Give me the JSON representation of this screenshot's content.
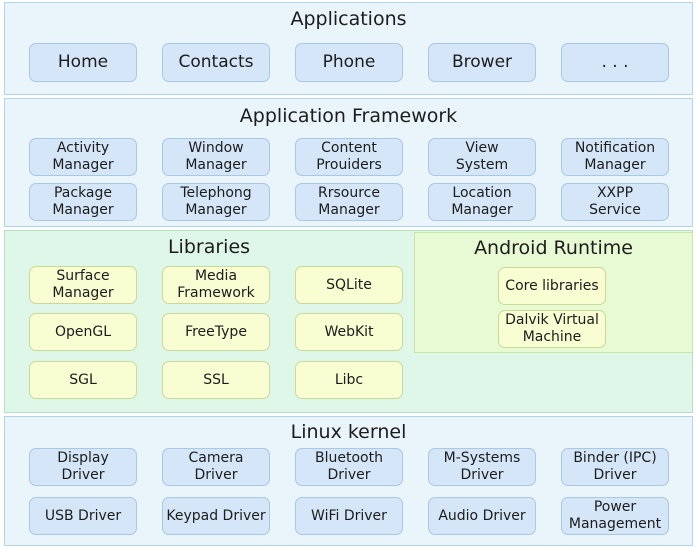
{
  "applications": {
    "title": "Applications",
    "items": [
      "Home",
      "Contacts",
      "Phone",
      "Brower",
      ". . ."
    ]
  },
  "framework": {
    "title": "Application  Framework",
    "row1": [
      "Activity\nManager",
      "Window\nManager",
      "Content\nProuiders",
      "View\nSystem",
      "Notification\nManager"
    ],
    "row2": [
      "Package\nManager",
      "Telephong\nManager",
      "Rrsource\nManager",
      "Location\nManager",
      "XXPP\nService"
    ]
  },
  "libraries": {
    "title": "Libraries",
    "items": [
      "Surface\nManager",
      "Media\nFramework",
      "SQLite",
      "OpenGL",
      "FreeType",
      "WebKit",
      "SGL",
      "SSL",
      "Libc"
    ]
  },
  "runtime": {
    "title": "Android Runtime",
    "items": [
      "Core libraries",
      "Dalvik Virtual\nMachine"
    ]
  },
  "kernel": {
    "title": "Linux kernel",
    "row1": [
      "Display\nDriver",
      "Camera\nDriver",
      "Bluetooth\nDriver",
      "M-Systems\nDriver",
      "Binder (IPC)\nDriver"
    ],
    "row2": [
      "USB Driver",
      "Keypad Driver",
      "WiFi Driver",
      "Audio Driver",
      "Power\nManagement"
    ]
  }
}
